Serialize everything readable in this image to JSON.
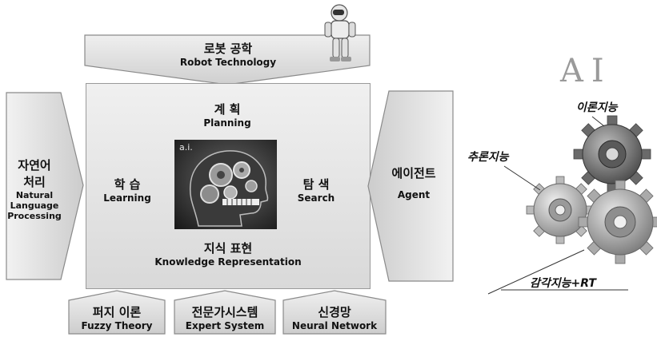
{
  "diagram": {
    "top": {
      "ko": "로봇 공학",
      "en": "Robot Technology"
    },
    "left": {
      "ko1": "자연어",
      "ko2": "처리",
      "en1": "Natural",
      "en2": "Language",
      "en3": "Processing"
    },
    "right": {
      "ko": "에이전트",
      "en": "Agent"
    },
    "center": {
      "planning": {
        "ko": "계 획",
        "en": "Planning"
      },
      "learning": {
        "ko": "학 습",
        "en": "Learning"
      },
      "search": {
        "ko": "탐 색",
        "en": "Search"
      },
      "knowledge": {
        "ko": "지식 표현",
        "en": "Knowledge Representation"
      },
      "image_caption": "a.i."
    },
    "bottom": [
      {
        "ko": "퍼지 이론",
        "en": "Fuzzy Theory"
      },
      {
        "ko": "전문가시스템",
        "en": "Expert System"
      },
      {
        "ko": "신경망",
        "en": "Neural Network"
      }
    ]
  },
  "gears": {
    "title": "AI",
    "labels": {
      "theory": "이론지능",
      "reasoning": "추론지능",
      "sensing": "감각지능+RT"
    }
  }
}
